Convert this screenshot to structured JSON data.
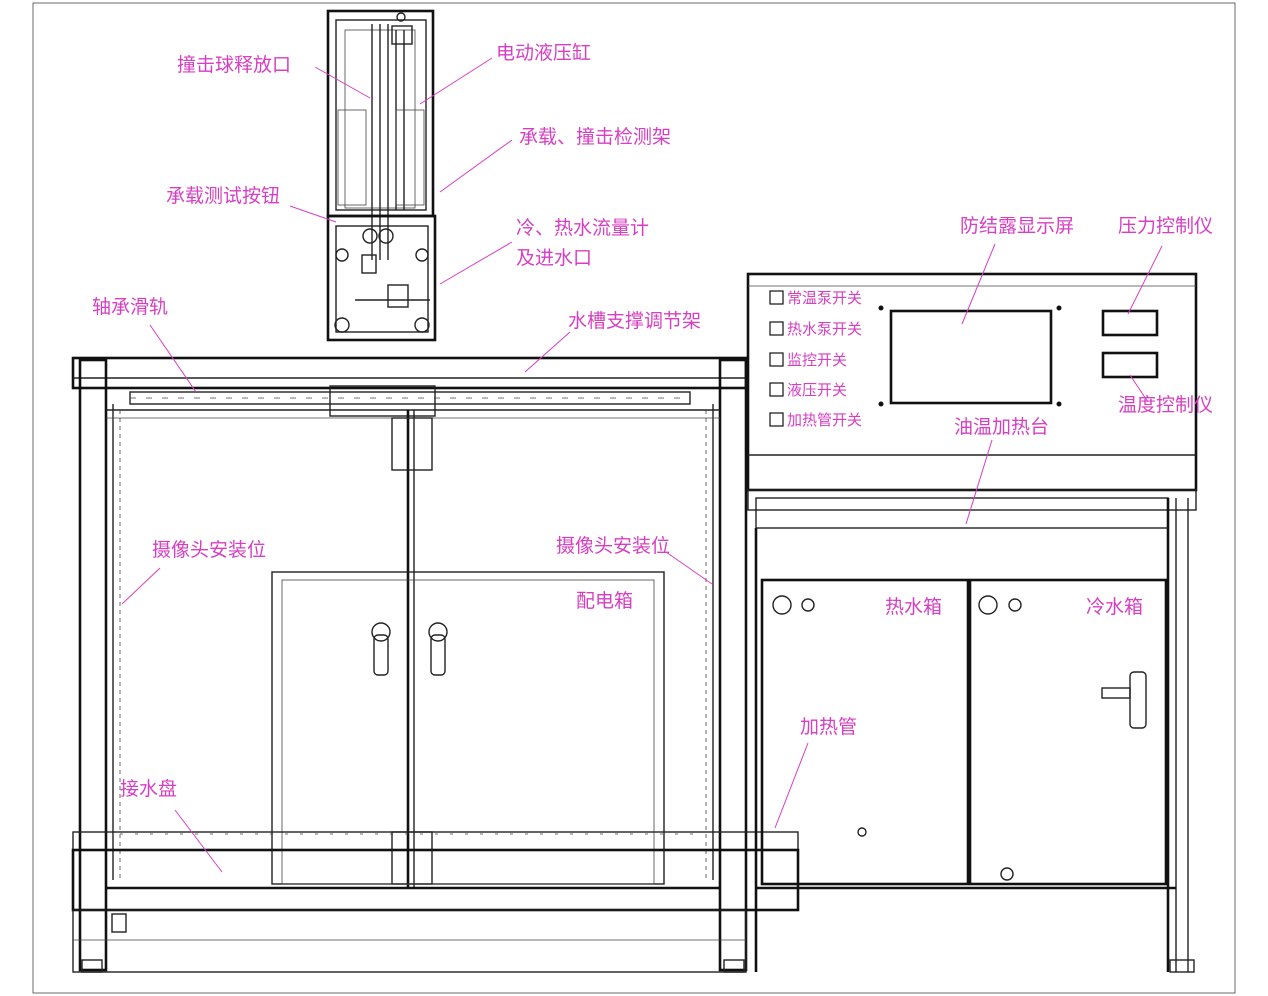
{
  "labels": {
    "impact_ball_release": "撞击球释放口",
    "hydraulic_cylinder": "电动液压缸",
    "load_impact_frame": "承载、撞击检测架",
    "load_test_button": "承载测试按钮",
    "flow_meter_line1": "冷、热水流量计",
    "flow_meter_line2": "及进水口",
    "bearing_rail": "轴承滑轨",
    "tank_support_frame": "水槽支撑调节架",
    "anti_condensation_screen": "防结露显示屏",
    "pressure_controller": "压力控制仪",
    "temperature_controller": "温度控制仪",
    "oil_heating_table": "油温加热台",
    "camera_mount_left": "摄像头安装位",
    "camera_mount_right": "摄像头安装位",
    "distribution_box": "配电箱",
    "hot_water_tank": "热水箱",
    "cold_water_tank": "冷水箱",
    "heating_pipe": "加热管",
    "drip_tray": "接水盘"
  },
  "switches": [
    "常温泵开关",
    "热水泵开关",
    "监控开关",
    "液压开关",
    "加热管开关"
  ],
  "colors": {
    "label": "#d63fc2",
    "line": "#222222",
    "background": "#ffffff"
  }
}
